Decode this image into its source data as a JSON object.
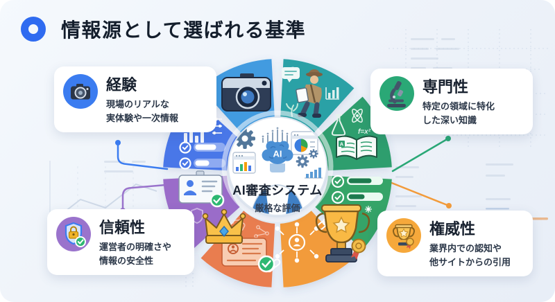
{
  "header": {
    "title": "情報源として選ばれる基準",
    "accent": "#2f6bf0"
  },
  "center": {
    "ai_badge": "AI",
    "title": "AI審査システム",
    "subtitle": "厳格な評価"
  },
  "wheel": {
    "formula": "f=x²",
    "book_letter": "A",
    "segments": [
      {
        "name": "field-research",
        "color": "#2aa1a6"
      },
      {
        "name": "science-knowledge",
        "color": "#2f9e6e"
      },
      {
        "name": "quality-checklist",
        "color": "#34a468"
      },
      {
        "name": "network-citations",
        "color": "#f29b3b"
      },
      {
        "name": "operator-profile",
        "color": "#e97d4f"
      },
      {
        "name": "identity-card",
        "color": "#9a6cc9"
      },
      {
        "name": "analytics",
        "color": "#4a77e8"
      },
      {
        "name": "camera-experience",
        "color": "#429be0"
      }
    ]
  },
  "cards": [
    {
      "title": "経験",
      "desc_line1": "現場のリアルな",
      "desc_line2": "実体験や一次情報",
      "icon": "camera-icon",
      "accent": "#3b7cf0"
    },
    {
      "title": "専門性",
      "desc_line1": "特定の領域に特化",
      "desc_line2": "した深い知識",
      "icon": "microscope-icon",
      "accent": "#2aa876"
    },
    {
      "title": "信頼性",
      "desc_line1": "運営者の明確さや",
      "desc_line2": "情報の安全性",
      "icon": "shield-lock-icon",
      "accent": "#9a73cc"
    },
    {
      "title": "権威性",
      "desc_line1": "業界内での認知や",
      "desc_line2": "他サイトからの引用",
      "icon": "trophy-icon",
      "accent": "#f6a83b"
    }
  ]
}
